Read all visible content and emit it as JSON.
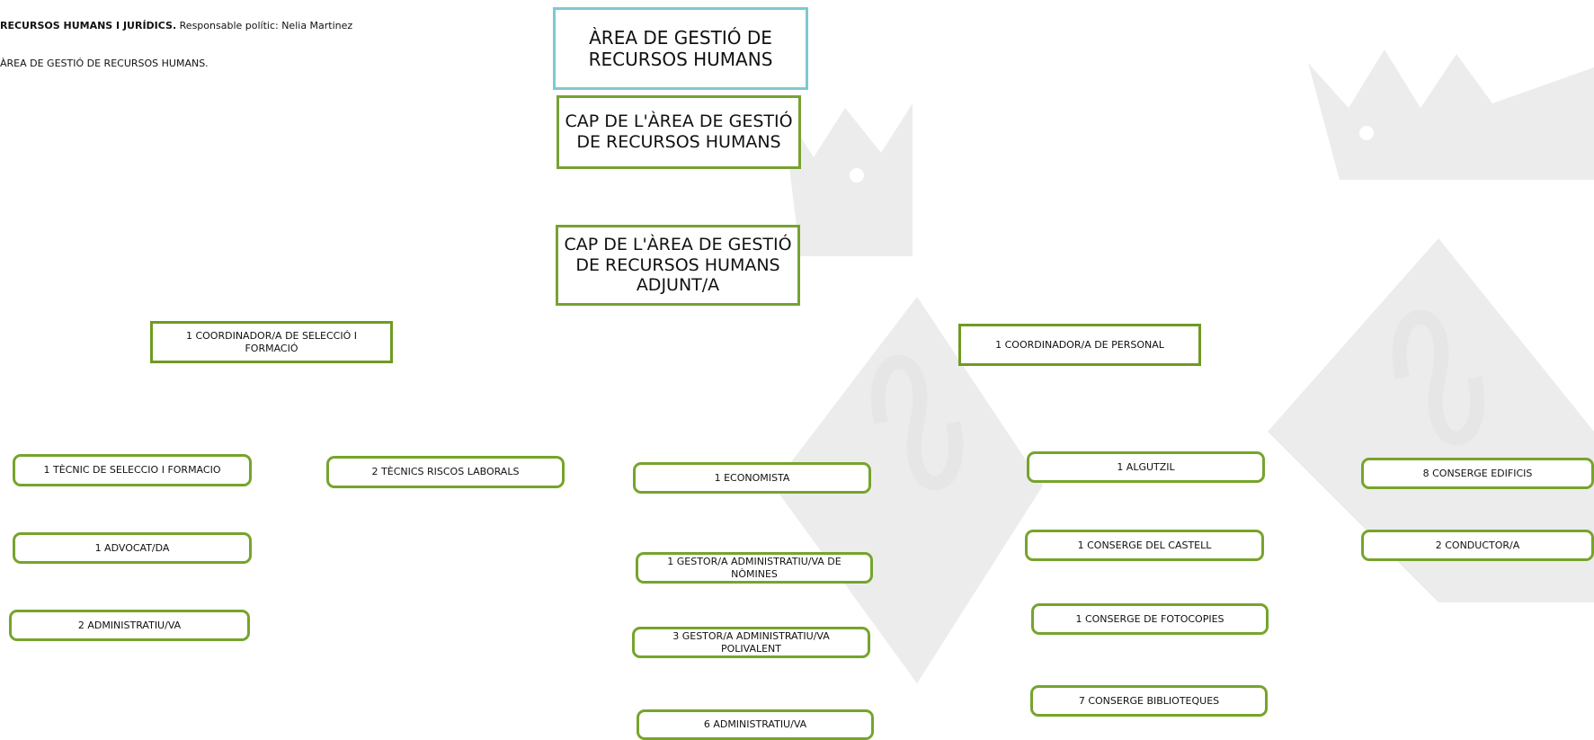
{
  "header": {
    "line1_bold": "RECURSOS HUMANS I JURÍDICS.",
    "line1_rest": "Responsable polític: Nelia Martinez",
    "line2": "ÀREA DE GESTIÓ DE RECURSOS HUMANS."
  },
  "org": {
    "title": "ÀREA DE GESTIÓ DE RECURSOS HUMANS",
    "head": "CAP DE L'ÀREA DE GESTIÓ DE RECURSOS HUMANS",
    "deputy": "CAP DE L'ÀREA DE GESTIÓ DE RECURSOS HUMANS ADJUNT/A",
    "coord_selection": "1 COORDINADOR/A DE SELECCIÓ I FORMACIÓ",
    "coord_personnel": "1 COORDINADOR/A DE PERSONAL",
    "positions": {
      "tecnic_seleccio": "1 TÈCNIC DE SELECCIO I FORMACIO",
      "advocat": "1 ADVOCAT/DA",
      "administratiu_2": "2 ADMINISTRATIU/VA",
      "tecnics_riscos": "2 TÈCNICS RISCOS LABORALS",
      "economista": "1 ECONOMISTA",
      "gestor_nomines": "1 GESTOR/A ADMINISTRATIU/VA DE NÒMINES",
      "gestor_polivalent": "3 GESTOR/A ADMINISTRATIU/VA POLIVALENT",
      "administratiu_6": "6 ADMINISTRATIU/VA",
      "algutzil": "1 ALGUTZIL",
      "conserge_castell": "1 CONSERGE DEL CASTELL",
      "conserge_fotocopies": "1 CONSERGE DE FOTOCOPIES",
      "conserge_biblioteques": "7  CONSERGE BIBLIOTEQUES",
      "conserge_edificis": "8 CONSERGE EDIFICIS",
      "conductor": "2 CONDUCTOR/A"
    }
  },
  "colors": {
    "box_border": "#77a233",
    "title_border": "#7bcad2",
    "watermark": "#ececec"
  }
}
